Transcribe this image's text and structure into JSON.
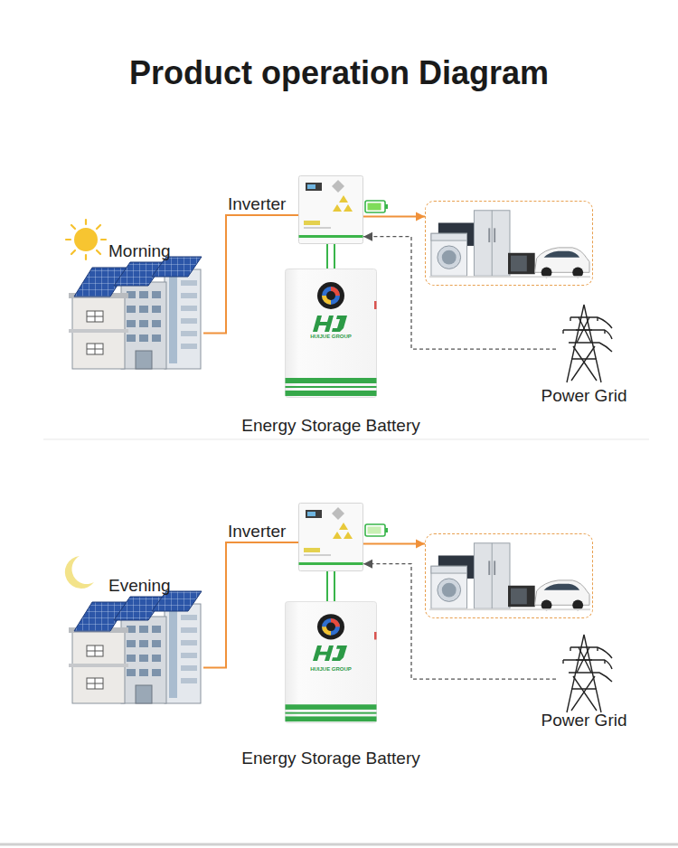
{
  "diagram": {
    "title": "Product operation Diagram",
    "nodes": [
      {
        "text": [
          "Morning"
        ]
      },
      {
        "text": [
          "Inverter"
        ]
      },
      {
        "text": [
          "HUIJUE GROUP",
          "Energy Storage Battery"
        ]
      },
      {
        "text": []
      },
      {
        "text": [
          "Power Grid"
        ]
      },
      {
        "text": [
          "Evening"
        ]
      },
      {
        "text": [
          "Inverter"
        ]
      },
      {
        "text": [
          "HUIJUE GROUP",
          "Energy Storage Battery"
        ]
      },
      {
        "text": []
      },
      {
        "text": [
          "Power Grid"
        ]
      }
    ],
    "edges": [
      {
        "from": 0,
        "to": 1,
        "arrow": "none"
      },
      {
        "from": 1,
        "to": 3,
        "arrow": "to"
      },
      {
        "from": 1,
        "to": 2,
        "arrow": "none"
      },
      {
        "from": 4,
        "to": 1,
        "arrow": "to"
      },
      {
        "from": 5,
        "to": 6,
        "arrow": "none"
      },
      {
        "from": 6,
        "to": 8,
        "arrow": "to"
      },
      {
        "from": 6,
        "to": 7,
        "arrow": "none"
      },
      {
        "from": 9,
        "to": 6,
        "arrow": "to"
      }
    ]
  }
}
